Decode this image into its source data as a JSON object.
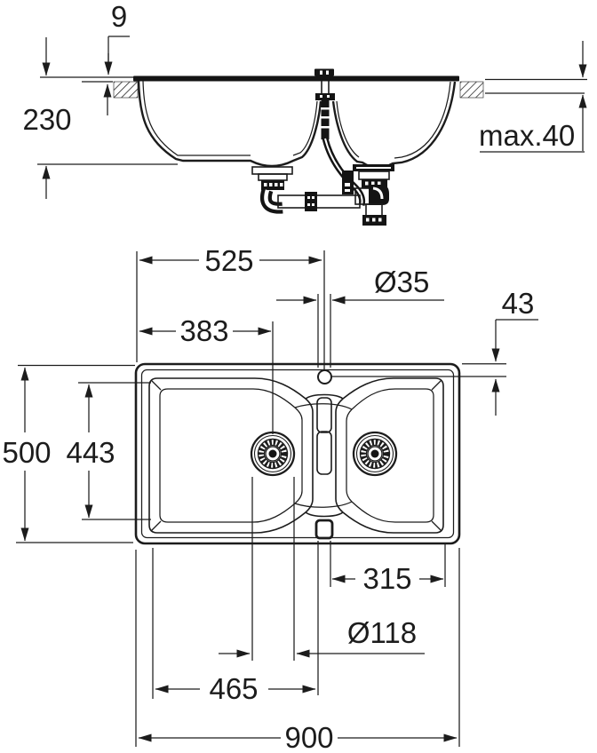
{
  "drawing": {
    "title": "double-bowl inset kitchen sink dimension drawing",
    "colors": {
      "line": "#1c1c1c",
      "background": "#ffffff"
    },
    "views": {
      "side": {
        "dims": {
          "rim_height": "9",
          "bowl_depth": "230",
          "countertop_thickness": "max.40"
        }
      },
      "plan": {
        "dims": {
          "faucet_from_left": "525",
          "drain_from_left": "383",
          "faucet_hole_diameter": "Ø35",
          "faucet_setback": "43",
          "overall_depth": "500",
          "basin_inner_depth": "443",
          "right_bowl_width": "315",
          "drain_diameter": "Ø118",
          "outlet_from_left": "465",
          "overall_width": "900"
        }
      }
    }
  }
}
